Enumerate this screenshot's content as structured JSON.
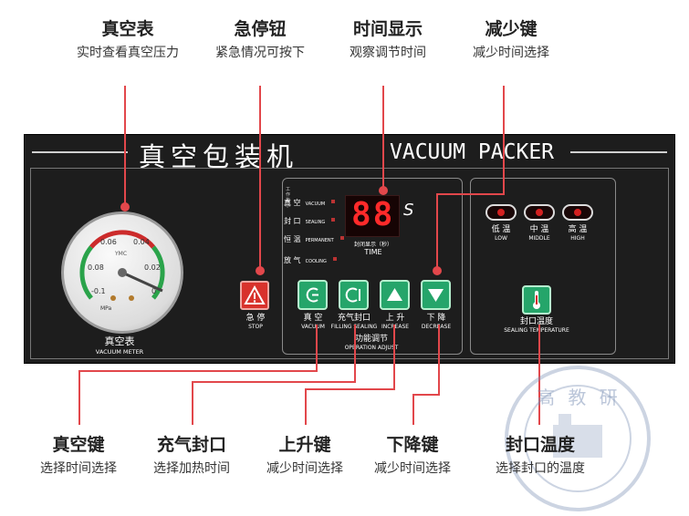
{
  "callouts_top": [
    {
      "title": "真空表",
      "desc": "实时查看真空压力"
    },
    {
      "title": "急停钮",
      "desc": "紧急情况可按下"
    },
    {
      "title": "时间显示",
      "desc": "观察调节时间"
    },
    {
      "title": "减少键",
      "desc": "减少时间选择"
    }
  ],
  "callouts_bottom": [
    {
      "title": "真空键",
      "desc": "选择时间选择"
    },
    {
      "title": "充气封口",
      "desc": "选择加热时间"
    },
    {
      "title": "上升键",
      "desc": "减少时间选择"
    },
    {
      "title": "下降键",
      "desc": "减少时间选择"
    },
    {
      "title": "封口温度",
      "desc": "选择封口的温度"
    }
  ],
  "panel": {
    "title_cn": "真空包装机",
    "title_en": "VACUUM PACKER",
    "gauge": {
      "label_cn": "真空表",
      "label_en": "VACUUM METER",
      "scale": [
        "0.06",
        "0.04",
        "0.08",
        "0.02",
        "-0.1",
        "0",
        "MPa"
      ],
      "brand": "YMC"
    },
    "stop": {
      "label_cn": "急 停",
      "label_en": "STOP",
      "icon": "warning-icon"
    },
    "indicators": [
      {
        "cn": "真 空",
        "en": "VACUUM"
      },
      {
        "cn": "封 口",
        "en": "SEALING"
      },
      {
        "cn": "恒 温",
        "en": "PERMANENT"
      },
      {
        "cn": "放 气",
        "en": "COOLING"
      }
    ],
    "display": {
      "digits": "88",
      "unit": "S",
      "label_cn": "封闭显示（秒）",
      "label_en": "TIME"
    },
    "buttons": [
      {
        "cn": "真 空",
        "en": "VACUUM",
        "icon": "vacuum-icon"
      },
      {
        "cn": "充气封口",
        "en": "FILLING SEALING",
        "icon": "seal-icon"
      },
      {
        "cn": "上 升",
        "en": "INCREASE",
        "icon": "up-triangle-icon"
      },
      {
        "cn": "下 降",
        "en": "DECREASE",
        "icon": "down-triangle-icon"
      }
    ],
    "op_label_cn": "功能调节",
    "op_label_en": "OPERATION ADJUST",
    "temps": [
      {
        "cn": "低 温",
        "en": "LOW"
      },
      {
        "cn": "中 温",
        "en": "MIDDLE"
      },
      {
        "cn": "高 温",
        "en": "HIGH"
      }
    ],
    "seal_temp": {
      "cn": "封口温度",
      "en": "SEALING TEMPERATURE",
      "icon": "thermometer-icon"
    }
  },
  "watermark": {
    "text": "高 教 研"
  },
  "colors": {
    "accent": "#e2474b",
    "panel": "#1d1d1d",
    "button_green": "#25a56a",
    "stop_red": "#d8322c",
    "led_red": "#ff2a2a"
  }
}
